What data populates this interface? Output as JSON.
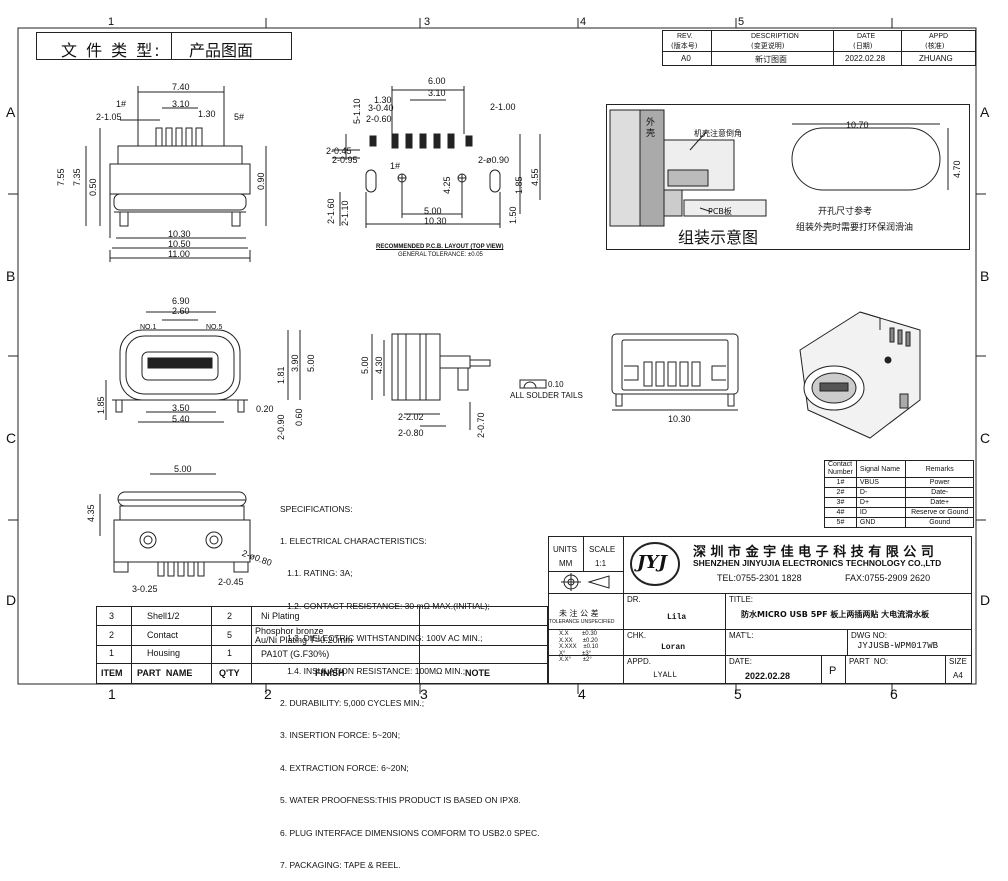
{
  "border": {
    "col_numbers": [
      "1",
      "2",
      "3",
      "4",
      "5",
      "6"
    ],
    "row_letters": [
      "A",
      "B",
      "C",
      "D"
    ]
  },
  "title_box": {
    "label": "文 件 类 型:",
    "value": "产品图面"
  },
  "revision": {
    "headers": {
      "rev": "REV.",
      "rev_cn": "(版本号)",
      "desc": "DESCRIPTION",
      "desc_cn": "(变更说明)",
      "date": "DATE",
      "date_cn": "(日期)",
      "appd": "APPD",
      "appd_cn": "(核准)"
    },
    "row": {
      "rev": "A0",
      "desc": "新订图面",
      "date": "2022.02.28",
      "appd": "ZHUANG"
    }
  },
  "top_view": {
    "dims": [
      "7.40",
      "3.10",
      "1.30",
      "2-1.05",
      "1#",
      "5#",
      "7.55",
      "7.35",
      "0.50",
      "0.90",
      "10.30",
      "10.50",
      "11.00"
    ]
  },
  "pcb_layout": {
    "dims": [
      "6.00",
      "3.10",
      "1.30",
      "3-0.40",
      "2-0.60",
      "5-1.10",
      "2-1.00",
      "2-0.45",
      "2-0.95",
      "1#",
      "2-ø0.90",
      "4.25",
      "4.55",
      "1.85",
      "2-1.60",
      "2-1.10",
      "5.00",
      "10.30",
      "1.50"
    ],
    "caption": "RECOMMENDED P.C.B. LAYOUT (TOP VIEW)",
    "tolerance": "GENERAL TOLERANCE: ±0.05"
  },
  "assembly": {
    "shell_label": "外壳",
    "chamfer_label": "机壳注意倒角",
    "pcb_label": "PCB板",
    "caption": "组装示意图",
    "slot_width": "10.70",
    "slot_height": "4.70",
    "slot_ref": "开孔尺寸参考",
    "slot_note": "组装外壳时需要打环保润滑油"
  },
  "front_view": {
    "dims": [
      "6.90",
      "2.60",
      "NO.1",
      "NO.5",
      "3.90",
      "5.00",
      "1.81",
      "1.85",
      "3.50",
      "5.40",
      "0.20",
      "2-0.90",
      "0.60"
    ]
  },
  "side_view": {
    "dims": [
      "5.00",
      "4.30",
      "2-2.02",
      "2-0.80",
      "2-0.70",
      "0.10"
    ],
    "flat_note": "ALL SOLDER TAILS"
  },
  "rear_view": {
    "dims": [
      "10.30"
    ]
  },
  "bottom_view": {
    "dims": [
      "5.00",
      "4.35",
      "2-ø0.80",
      "3-0.25",
      "2-0.45"
    ]
  },
  "specifications": {
    "title": "SPECIFICATIONS:",
    "lines": [
      "1. ELECTRICAL CHARACTERISTICS:",
      "   1.1. RATING: 3A;",
      "   1.2. CONTACT RESISTANCE: 30 mΩ MAX.(INITIAL);",
      "   1.3. DIELECTRIC WITHSTANDING: 100V AC MIN.;",
      "   1.4. INSULATION RESISTANCE: 100MΩ MIN.;",
      "2. DURABILITY: 5,000 CYCLES MIN.;",
      "3. INSERTION FORCE: 5~20N;",
      "4. EXTRACTION FORCE: 6~20N;",
      "5. WATER PROOFNESS:THIS PRODUCT IS BASED ON IPX8.",
      "6. PLUG INTERFACE DIMENSIONS COMFORM TO USB2.0 SPEC.",
      "7. PACKAGING: TAPE & REEL."
    ]
  },
  "pin_table": {
    "headers": [
      "Contact Number",
      "Signal Name",
      "Remarks"
    ],
    "rows": [
      [
        "1#",
        "VBUS",
        "Power"
      ],
      [
        "2#",
        "D-",
        "Date-"
      ],
      [
        "3#",
        "D+",
        "Date+"
      ],
      [
        "4#",
        "ID",
        "Reserve or Gound"
      ],
      [
        "5#",
        "GND",
        "Gound"
      ]
    ]
  },
  "bom": {
    "headers": [
      "ITEM",
      "PART  NAME",
      "Q'TY",
      "FINISH",
      "NOTE"
    ],
    "rows": [
      {
        "item": "3",
        "name": "Shell1/2",
        "qty": "2",
        "finish": "Ni  Plating",
        "finish2": "",
        "note": ""
      },
      {
        "item": "2",
        "name": "Contact",
        "qty": "5",
        "finish": "Phosphor bronze",
        "finish2": "Au/Ni  Plating  T=0.20mm",
        "note": ""
      },
      {
        "item": "1",
        "name": "Housing",
        "qty": "1",
        "finish": "PA10T (G.F30%)",
        "finish2": "",
        "note": ""
      }
    ]
  },
  "title_block": {
    "units_label": "UNITS",
    "units_value": "MM",
    "scale_label": "SCALE",
    "scale_value": "1:1",
    "company_cn": "深 圳 市 金 宇 佳 电 子 科 技 有 限 公 司",
    "company_en": "SHENZHEN JINYUJIA ELECTRONICS TECHNOLOGY CO.,LTD",
    "tel": "TEL:0755-2301 1828",
    "fax": "FAX:0755-2909 2620",
    "logo": "JYJ",
    "dr_label": "DR.",
    "dr_value": "Lila",
    "title_label": "TITLE:",
    "title_value": "防水MICRO USB 5PF 板上两插两贴 大电流滑水板",
    "tol_label": "未 注 公 差",
    "tol_sub": "TOLERANCE UNSPECIFIED",
    "tolerances": [
      [
        "X.X",
        "±0.30"
      ],
      [
        "X.XX",
        "±0.20"
      ],
      [
        "X.XXX",
        "±0.10"
      ],
      [
        "X°",
        "±3°"
      ],
      [
        "X.X°",
        "±2°"
      ]
    ],
    "chk_label": "CHK.",
    "chk_value": "Loran",
    "matl_label": "MAT'L:",
    "dwg_label": "DWG NO:",
    "dwg_value": "JYJUSB-WPM017WB",
    "appd_label": "APPD.",
    "appd_value": "LYALL",
    "date_label": "DATE:",
    "date_value": "2022.02.28",
    "p_label": "P",
    "part_label": "PART  NO:",
    "size_label": "SIZE",
    "size_value": "A4"
  }
}
